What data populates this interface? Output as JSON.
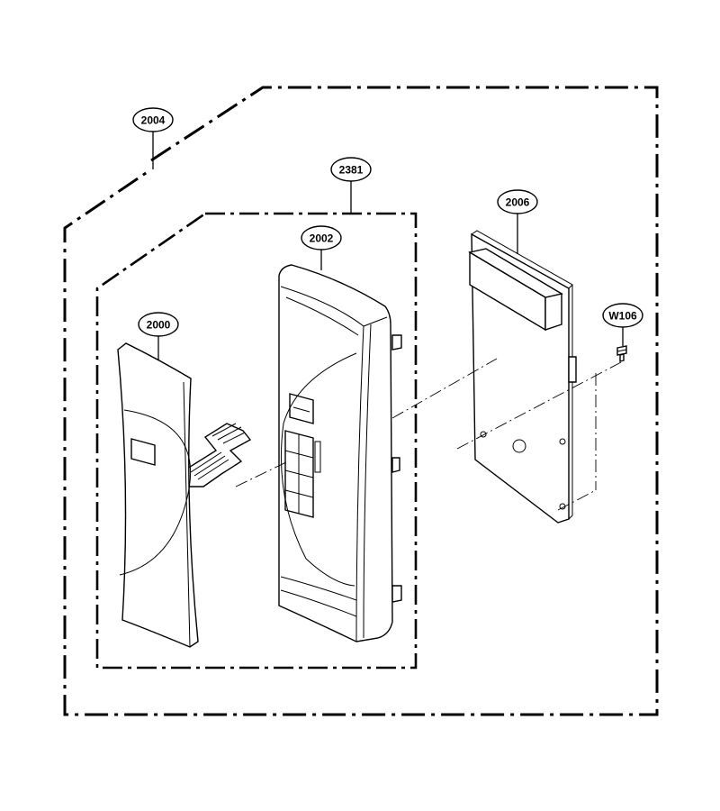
{
  "callouts": {
    "c2004": "2004",
    "c2381": "2381",
    "c2006": "2006",
    "c2002": "2002",
    "c2000": "2000",
    "cW106": "W106"
  }
}
